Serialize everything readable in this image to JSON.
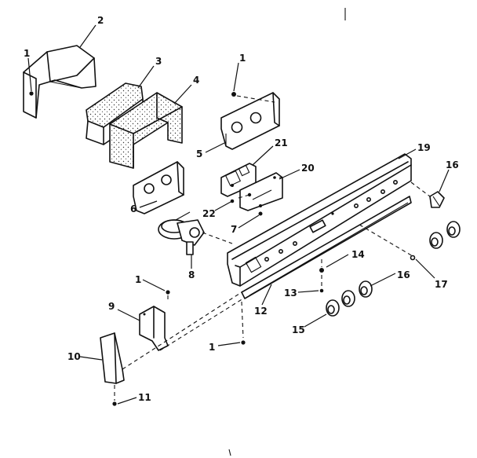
{
  "callouts": {
    "c1a": "1",
    "c2": "2",
    "c3": "3",
    "c4": "4",
    "c1b": "1",
    "c5": "5",
    "c21": "21",
    "c20": "20",
    "c6": "6",
    "c22": "22",
    "c7": "7",
    "c8": "8",
    "c19": "19",
    "c16a": "16",
    "c14": "14",
    "c17": "17",
    "c16b": "16",
    "c13": "13",
    "c12": "12",
    "c15": "15",
    "c1c": "1",
    "c9": "9",
    "c10": "10",
    "c11": "11",
    "c1d": "1"
  }
}
